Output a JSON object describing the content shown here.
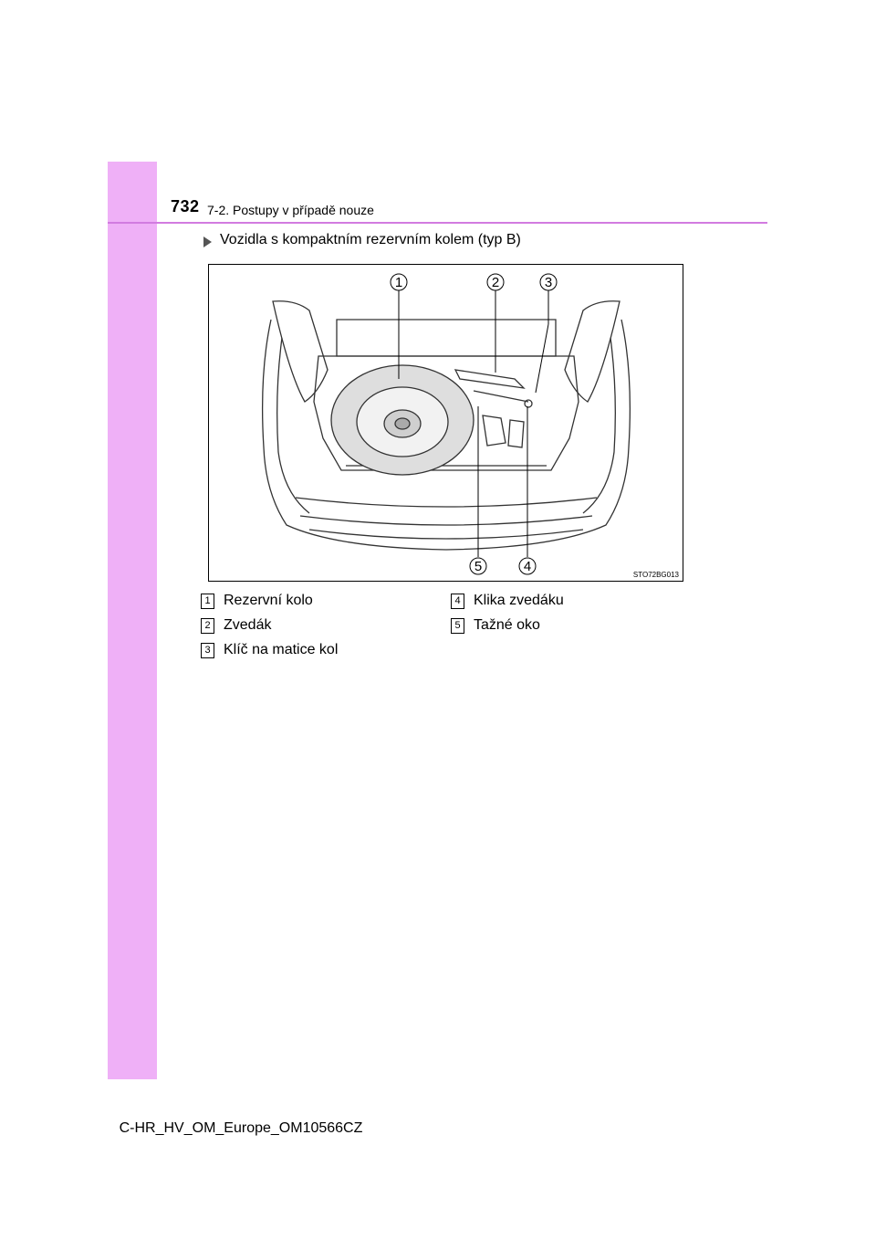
{
  "header": {
    "page_number": "732",
    "section_title": "7-2. Postupy v případě nouze"
  },
  "bullet": {
    "text": "Vozidla s kompaktním rezervním kolem (typ B)"
  },
  "figure": {
    "code": "STO72BG013",
    "callouts": [
      "1",
      "2",
      "3",
      "4",
      "5"
    ]
  },
  "legend": [
    {
      "number": "1",
      "label": "Rezervní kolo"
    },
    {
      "number": "2",
      "label": "Zvedák"
    },
    {
      "number": "3",
      "label": "Klíč na matice kol"
    },
    {
      "number": "4",
      "label": "Klika zvedáku"
    },
    {
      "number": "5",
      "label": "Tažné oko"
    }
  ],
  "footer": {
    "doc_id": "C-HR_HV_OM_Europe_OM10566CZ"
  }
}
